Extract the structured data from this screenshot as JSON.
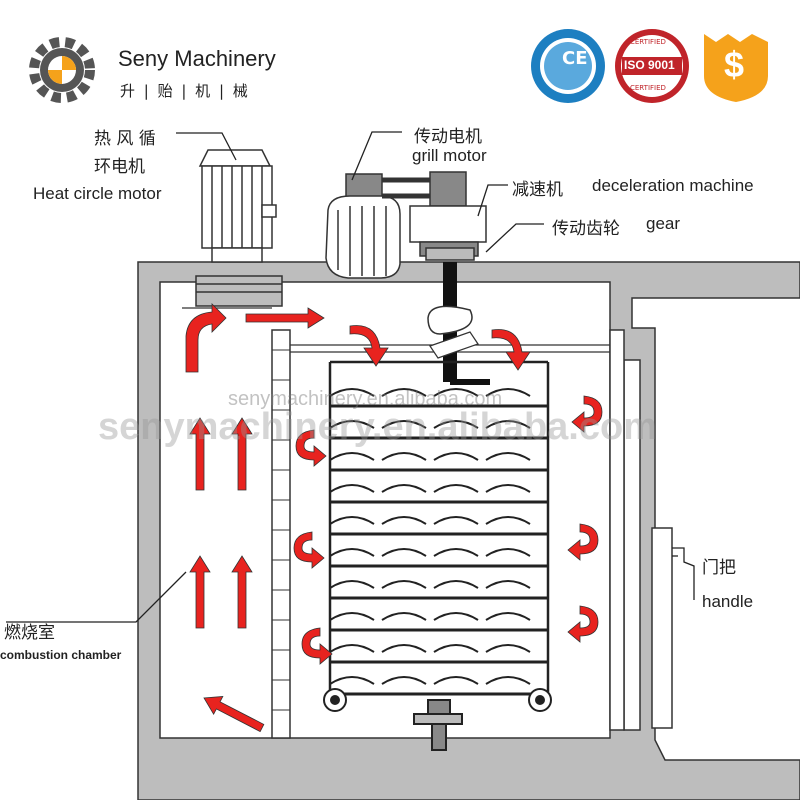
{
  "brand": {
    "name": "Seny Machinery",
    "chinese": "升 | 贻 | 机 | 械"
  },
  "badges": {
    "ce": "CE",
    "iso_top": "CERTIFIED",
    "iso_main": "ISO 9001",
    "iso_bottom": "CERTIFIED",
    "dollar": "$"
  },
  "labels": {
    "heat_motor_cn_1": "热 风 循",
    "heat_motor_cn_2": "环电机",
    "heat_motor_en": "Heat circle motor",
    "grill_motor_cn": "传动电机",
    "grill_motor_en": "grill motor",
    "decel_cn": "减速机",
    "decel_en": "deceleration machine",
    "gear_cn": "传动齿轮",
    "gear_en": "gear",
    "handle_cn": "门把",
    "handle_en": "handle",
    "chamber_cn": "燃烧室",
    "chamber_en": "combustion chamber"
  },
  "watermark": {
    "small": "senymachinery.en.alibaba.com",
    "large": "senymachinery.en.alibaba.com"
  },
  "colors": {
    "arrow": "#e8231f",
    "wall": "#bdbdbd",
    "line": "#222222"
  }
}
